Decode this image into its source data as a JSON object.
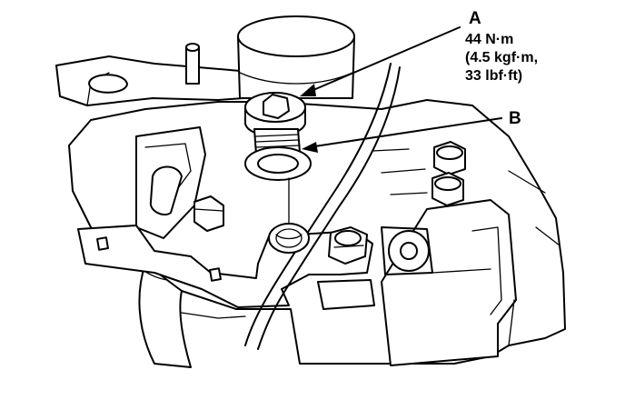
{
  "callouts": {
    "a": {
      "letter": "A",
      "torque_line1": "44 N·m",
      "torque_line2": "(4.5 kgf·m,",
      "torque_line3": "33 lbf·ft)"
    },
    "b": {
      "letter": "B"
    }
  },
  "colors": {
    "ink": "#000000",
    "paper": "#ffffff"
  }
}
